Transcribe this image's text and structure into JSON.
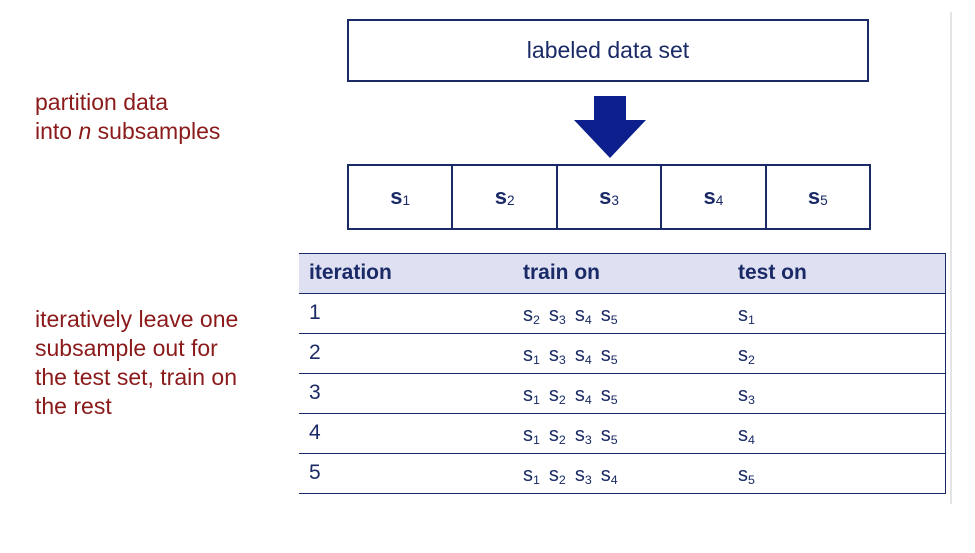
{
  "left_notes": {
    "partition_line1": "partition data",
    "partition_line2_pre": "into ",
    "partition_line2_var": "n",
    "partition_line2_post": " subsamples",
    "iterate_lines": [
      "iteratively leave one",
      "subsample out for",
      "the test set, train on",
      "the rest"
    ]
  },
  "dataset_label": "labeled data set",
  "subsamples": [
    {
      "base": "s",
      "index": "1"
    },
    {
      "base": "s",
      "index": "2"
    },
    {
      "base": "s",
      "index": "3"
    },
    {
      "base": "s",
      "index": "4"
    },
    {
      "base": "s",
      "index": "5"
    }
  ],
  "table": {
    "headers": {
      "iteration": "iteration",
      "train": "train on",
      "test": "test on"
    },
    "rows": [
      {
        "iteration": "1",
        "train": [
          "2",
          "3",
          "4",
          "5"
        ],
        "test": "1"
      },
      {
        "iteration": "2",
        "train": [
          "1",
          "3",
          "4",
          "5"
        ],
        "test": "2"
      },
      {
        "iteration": "3",
        "train": [
          "1",
          "2",
          "4",
          "5"
        ],
        "test": "3"
      },
      {
        "iteration": "4",
        "train": [
          "1",
          "2",
          "3",
          "5"
        ],
        "test": "4"
      },
      {
        "iteration": "5",
        "train": [
          "1",
          "2",
          "3",
          "4"
        ],
        "test": "5"
      }
    ]
  },
  "colors": {
    "navy": "#1a2a66",
    "dark_red": "#8b1a1a",
    "header_fill": "#dfe1f3"
  }
}
